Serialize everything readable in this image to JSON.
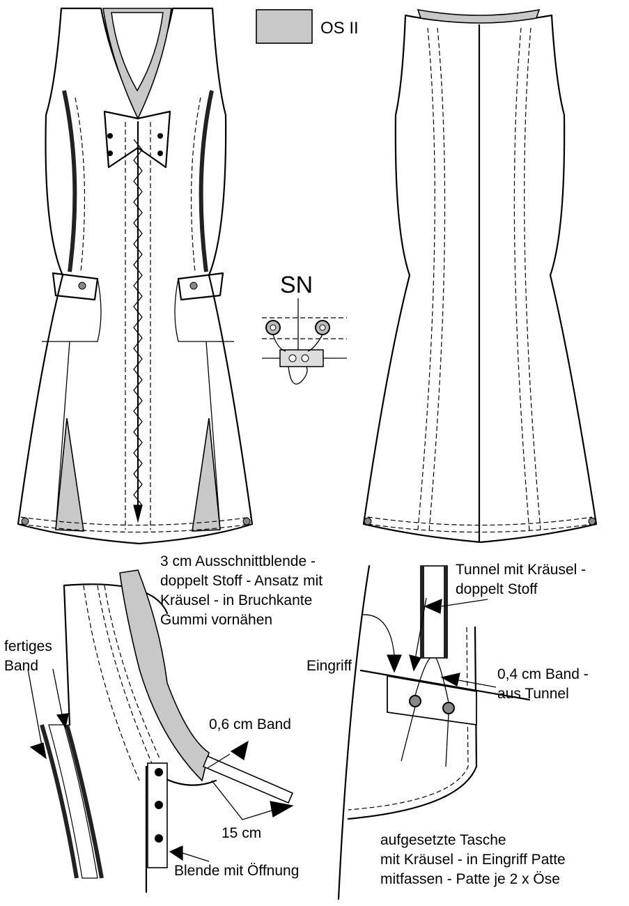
{
  "legend": {
    "swatch_label": "OS II",
    "swatch_color": "#c8c8c8"
  },
  "symbol": {
    "label": "SN"
  },
  "annotations": {
    "neck_facing": [
      "3 cm Ausschnittblende -",
      "doppelt Stoff - Ansatz mit",
      "Kräusel - in Bruchkante",
      "Gummi vornähen"
    ],
    "finished_band": [
      "fertiges",
      "Band"
    ],
    "band_06": "0,6 cm Band",
    "measure_15": "15 cm",
    "facing_opening": "Blende mit Öffnung",
    "tunnel": [
      "Tunnel mit Kräusel -",
      "doppelt Stoff"
    ],
    "eingriff": "Eingriff",
    "band_04": [
      "0,4 cm Band -",
      "aus Tunnel"
    ],
    "pocket": [
      "aufgesetzte Tasche",
      "mit Kräusel - in Eingriff Patte",
      "mitfassen - Patte je 2 x Öse"
    ]
  }
}
